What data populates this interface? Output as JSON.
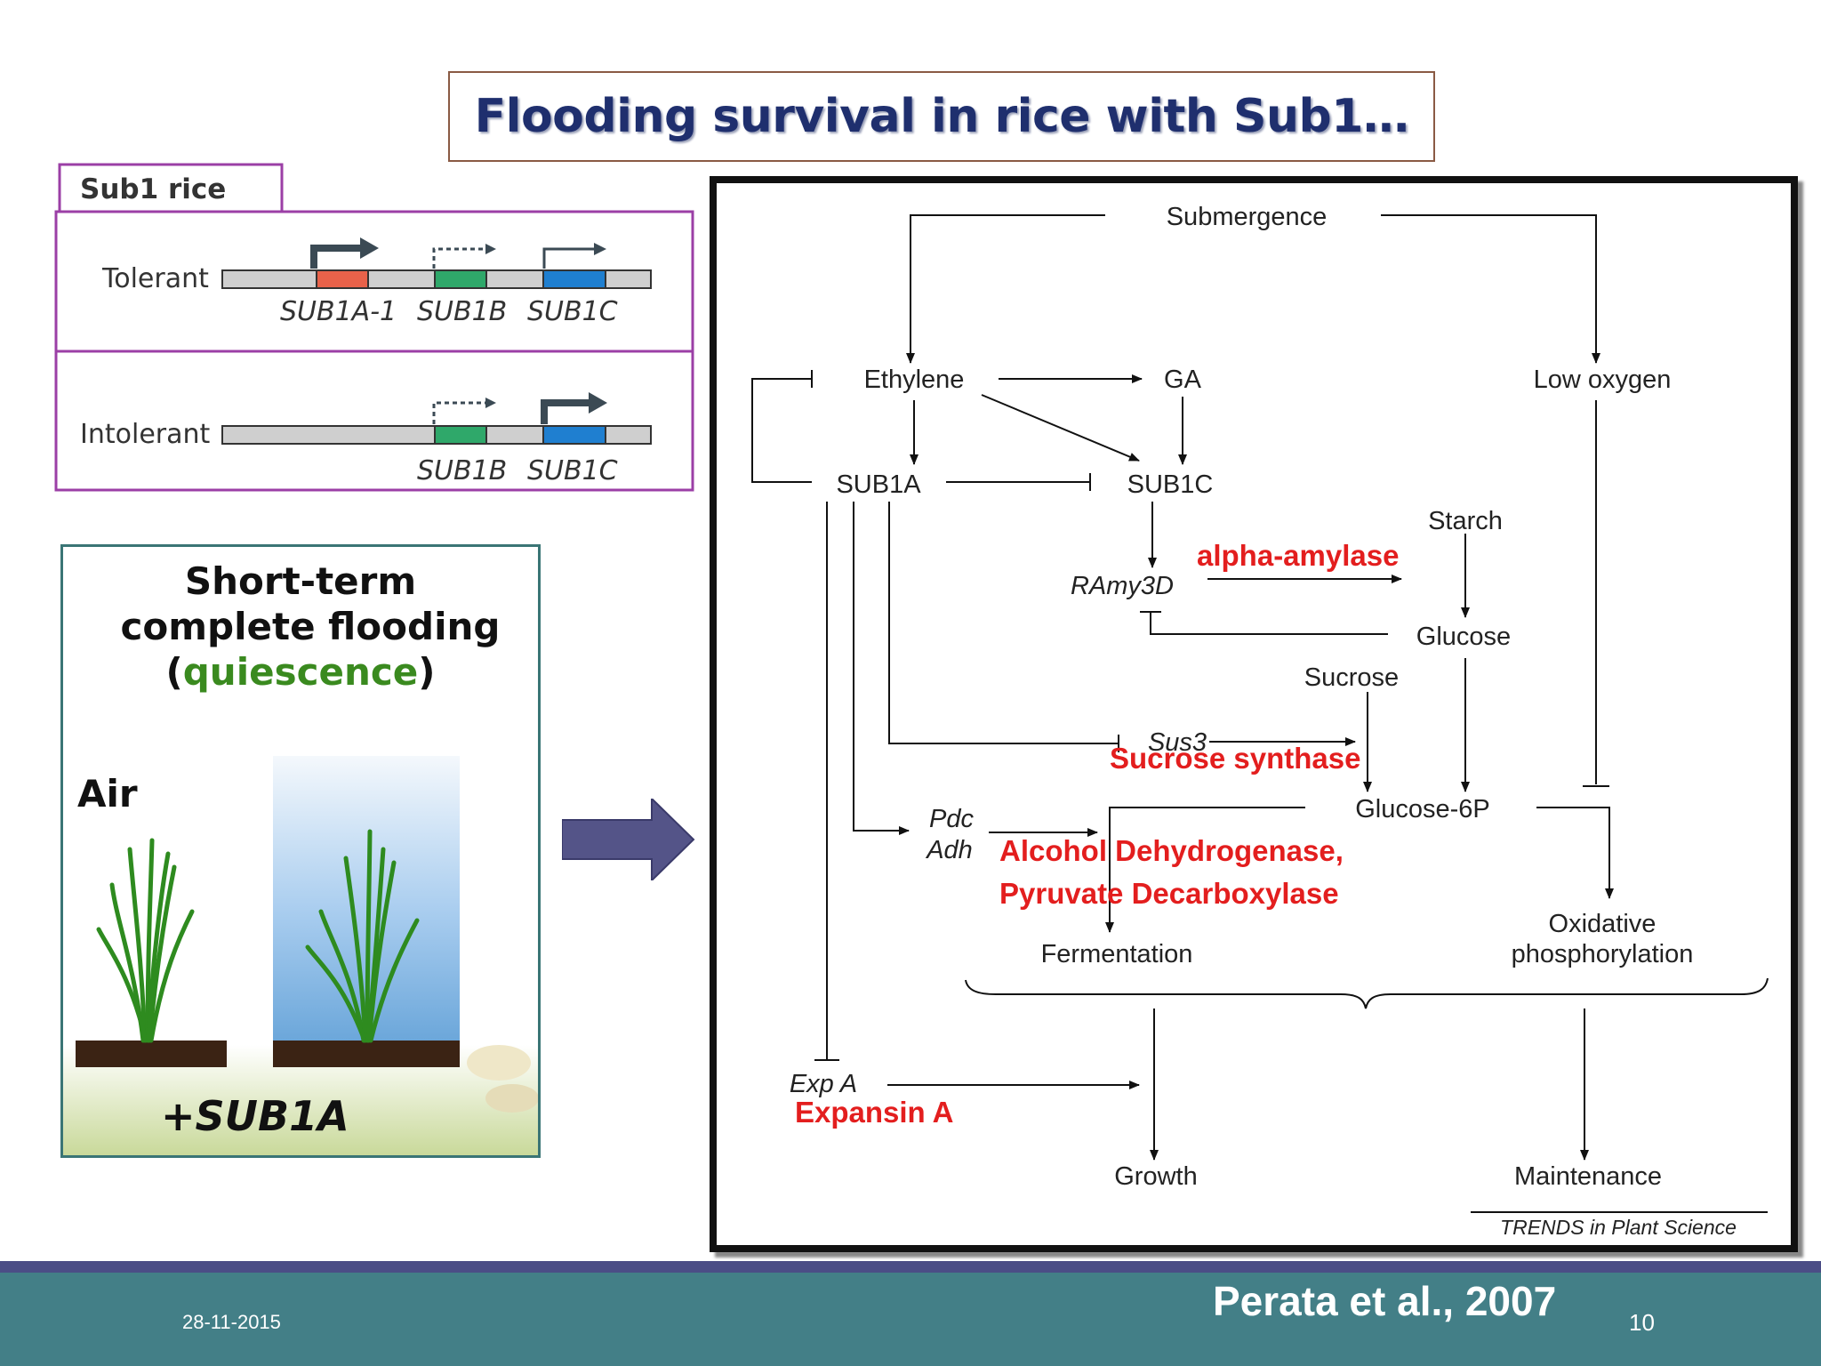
{
  "title": "Flooding survival in rice with Sub1…",
  "sub1_panel": {
    "header": "Sub1 rice",
    "tolerant_label": "Tolerant",
    "intolerant_label": "Intolerant",
    "tolerant_genes": [
      "SUB1A-1",
      "SUB1B",
      "SUB1C"
    ],
    "intolerant_genes": [
      "SUB1B",
      "SUB1C"
    ],
    "colors": {
      "sub1a": "#e8624a",
      "sub1b": "#2fa86a",
      "sub1c": "#1f7fd0",
      "border": "#9b3fa6"
    }
  },
  "flood_panel": {
    "title_line1": "Short-term",
    "title_line2": "complete flooding",
    "title_paren_open": "(",
    "title_word": "quiescence",
    "title_paren_close": ")",
    "air_label": "Air",
    "sub1a_label": "+SUB1A",
    "colors": {
      "quiescence": "#3a8a1f",
      "water": "#7fb9e8"
    }
  },
  "arrow_icon": "right-arrow-icon",
  "diagram": {
    "nodes": {
      "submergence": "Submergence",
      "ethylene": "Ethylene",
      "ga": "GA",
      "low_oxygen": "Low oxygen",
      "sub1a": "SUB1A",
      "sub1c": "SUB1C",
      "starch": "Starch",
      "ramy3d": "RAmy3D",
      "glucose": "Glucose",
      "sucrose": "Sucrose",
      "sus3": "Sus3",
      "glucose6p": "Glucose-6P",
      "pdc": "Pdc",
      "adh": "Adh",
      "fermentation": "Fermentation",
      "oxidative1": "Oxidative",
      "oxidative2": "phosphorylation",
      "expa": "Exp A",
      "growth": "Growth",
      "maintenance": "Maintenance",
      "source": "TRENDS in Plant Science"
    },
    "annotations": {
      "alpha_amylase": "alpha-amylase",
      "sucrose_synthase": "Sucrose synthase",
      "adh_full": "Alcohol Dehydrogenase,",
      "pdc_full": "Pyruvate Decarboxylase",
      "expansin": "Expansin A"
    },
    "annotation_color": "#e31e1e"
  },
  "footer": {
    "date": "28-11-2015",
    "citation": "Perata et al., 2007",
    "page": "10"
  }
}
